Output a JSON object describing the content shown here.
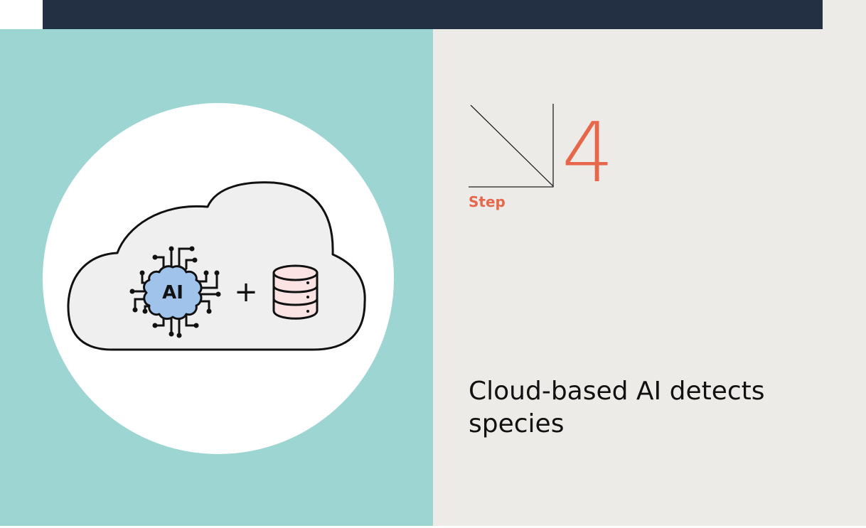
{
  "step": {
    "label": "Step",
    "number": "4"
  },
  "caption": "Cloud-based AI detects species",
  "illustration": {
    "chip_text": "AI",
    "plus_sign": "+"
  },
  "colors": {
    "top_bar": "#232f42",
    "left_panel": "#9dd5d3",
    "right_panel": "#edebe8",
    "accent": "#e7674a",
    "chip_fill": "#9fc3ea",
    "database_fill": "#fbe3e3",
    "cloud_fill": "#efefef"
  }
}
